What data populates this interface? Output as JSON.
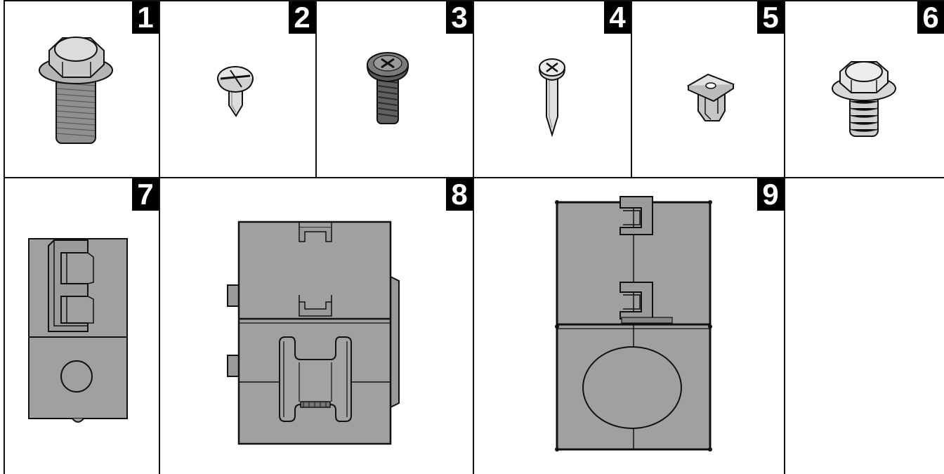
{
  "parts": [
    {
      "number": "1",
      "icon": "flange-hex-bolt-icon"
    },
    {
      "number": "2",
      "icon": "truss-head-tapping-screw-icon"
    },
    {
      "number": "3",
      "icon": "dark-pan-head-phillips-screw-icon"
    },
    {
      "number": "4",
      "icon": "pan-head-phillips-pointed-screw-icon"
    },
    {
      "number": "5",
      "icon": "square-clip-nut-icon"
    },
    {
      "number": "6",
      "icon": "hex-washer-head-bolt-icon"
    },
    {
      "number": "7",
      "icon": "ferrite-core-side-view-icon"
    },
    {
      "number": "8",
      "icon": "ferrite-core-front-view-icon"
    },
    {
      "number": "9",
      "icon": "ferrite-core-top-view-icon"
    }
  ],
  "colors": {
    "part_fill": "#a0a0a0",
    "part_dark": "#6f6f6f",
    "outline": "#111111",
    "badge": "#000000"
  }
}
